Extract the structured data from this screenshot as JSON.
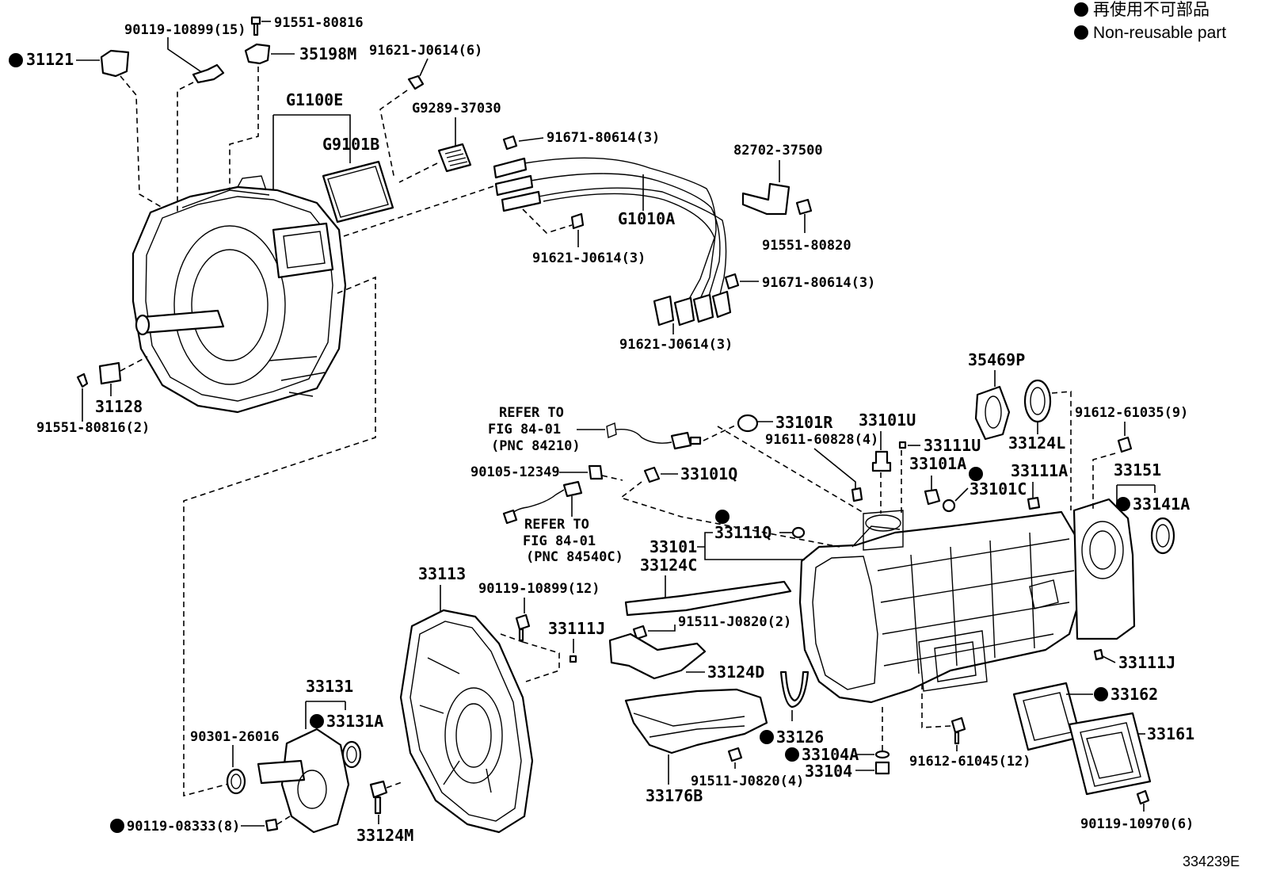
{
  "legend": {
    "ja": "再使用不可部品",
    "en": "Non-reusable part"
  },
  "figure_code": "334239E",
  "labels": {
    "p31121": "31121",
    "p90119_10899_15": "90119-10899(15)",
    "p91551_80816": "91551-80816",
    "p35198M": "35198M",
    "p91621_J0614_6": "91621-J0614(6)",
    "pG1100E": "G1100E",
    "pG9289_37030": "G9289-37030",
    "pG9101B": "G9101B",
    "p91671_80614_3a": "91671-80614(3)",
    "p82702_37500": "82702-37500",
    "pG1010A": "G1010A",
    "p91551_80820": "91551-80820",
    "p91621_J0614_3a": "91621-J0614(3)",
    "p91671_80614_3b": "91671-80614(3)",
    "p91621_J0614_3b": "91621-J0614(3)",
    "p35469P": "35469P",
    "p31128": "31128",
    "p91551_80816_2": "91551-80816(2)",
    "refer1_l1": "REFER TO",
    "refer1_l2": "FIG 84-01",
    "refer1_l3": "(PNC 84210)",
    "p33101R": "33101R",
    "p33101U": "33101U",
    "p91611_60828_4": "91611-60828(4)",
    "p33111U": "33111U",
    "p33124L": "33124L",
    "p91612_61035_9": "91612-61035(9)",
    "p90105_12349": "90105-12349",
    "p33101Q": "33101Q",
    "p33101A": "33101A",
    "p33101C": "33101C",
    "p33111A": "33111A",
    "p33151": "33151",
    "p33141A": "33141A",
    "refer2_l1": "REFER TO",
    "refer2_l2": "FIG 84-01",
    "refer2_l3": "(PNC 84540C)",
    "p33111Q": "33111Q",
    "p33101": "33101",
    "p33124C": "33124C",
    "p33113": "33113",
    "p90119_10899_12": "90119-10899(12)",
    "p33111J_a": "33111J",
    "p91511_J0820_2": "91511-J0820(2)",
    "p33124D": "33124D",
    "p33111J_b": "33111J",
    "p33162": "33162",
    "p33131": "33131",
    "p33131A": "33131A",
    "p90301_26016": "90301-26016",
    "p33126": "33126",
    "p33161": "33161",
    "p33104A": "33104A",
    "p91612_61045_12": "91612-61045(12)",
    "p33104": "33104",
    "p91511_J0820_4": "91511-J0820(4)",
    "p90119_08333_8": "90119-08333(8)",
    "p33124M": "33124M",
    "p33176B": "33176B",
    "p90119_10970_6": "90119-10970(6)"
  }
}
